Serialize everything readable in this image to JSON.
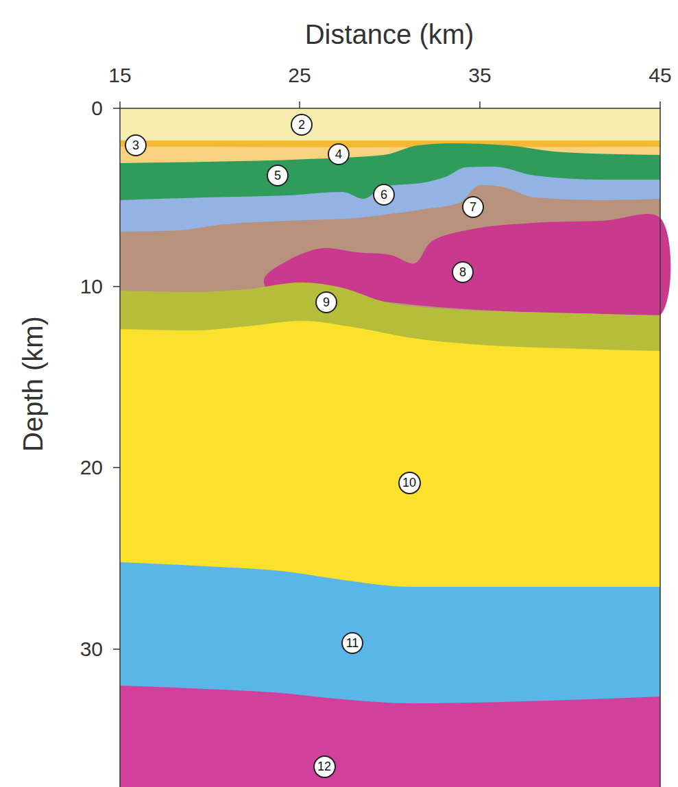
{
  "diagram": {
    "nodes": [
      {
        "text": [
          "2"
        ]
      },
      {
        "text": [
          "3"
        ]
      },
      {
        "text": [
          "4"
        ]
      },
      {
        "text": [
          "5"
        ]
      },
      {
        "text": [
          "6"
        ]
      },
      {
        "text": [
          "7"
        ]
      },
      {
        "text": [
          "8"
        ]
      },
      {
        "text": [
          "9"
        ]
      },
      {
        "text": [
          "10"
        ]
      },
      {
        "text": [
          "11"
        ]
      },
      {
        "text": [
          "12"
        ]
      }
    ],
    "labels": [
      "Distance (km)",
      "15",
      "25",
      "35",
      "45",
      "Depth (km)",
      "0",
      "10",
      "20",
      "30"
    ]
  }
}
